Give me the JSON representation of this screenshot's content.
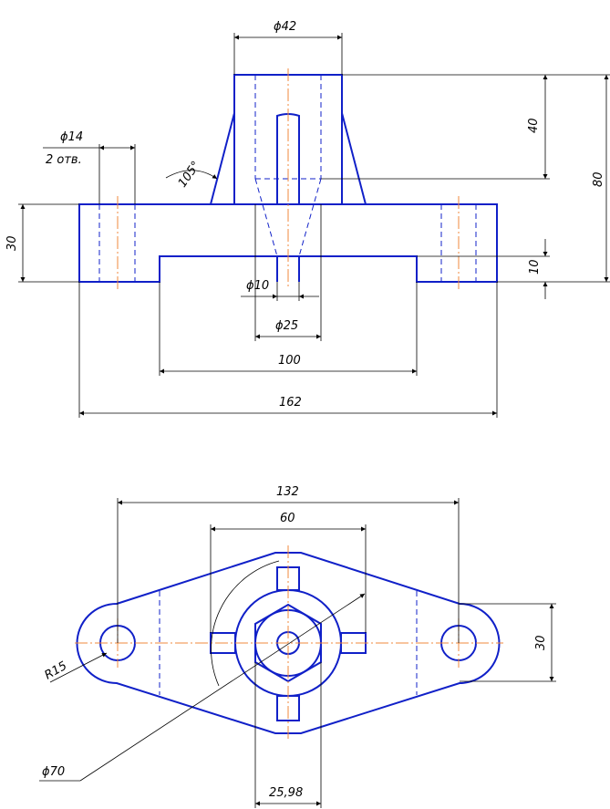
{
  "colors": {
    "object_line": "#1020c8",
    "center_line": "#f08a3c",
    "dimension_line": "#000000",
    "background": "#ffffff"
  },
  "front_view": {
    "dims": {
      "phi42": "ϕ42",
      "phi14": "ϕ14",
      "holes": "2 отв.",
      "angle105": "105°",
      "d40": "40",
      "d80": "80",
      "d30": "30",
      "d10": "10",
      "phi10": "ϕ10",
      "phi25": "ϕ25",
      "d100": "100",
      "d162": "162"
    }
  },
  "top_view": {
    "dims": {
      "d132": "132",
      "d60": "60",
      "d30": "30",
      "r15": "R15",
      "phi70": "ϕ70",
      "d25_98": "25,98"
    }
  }
}
